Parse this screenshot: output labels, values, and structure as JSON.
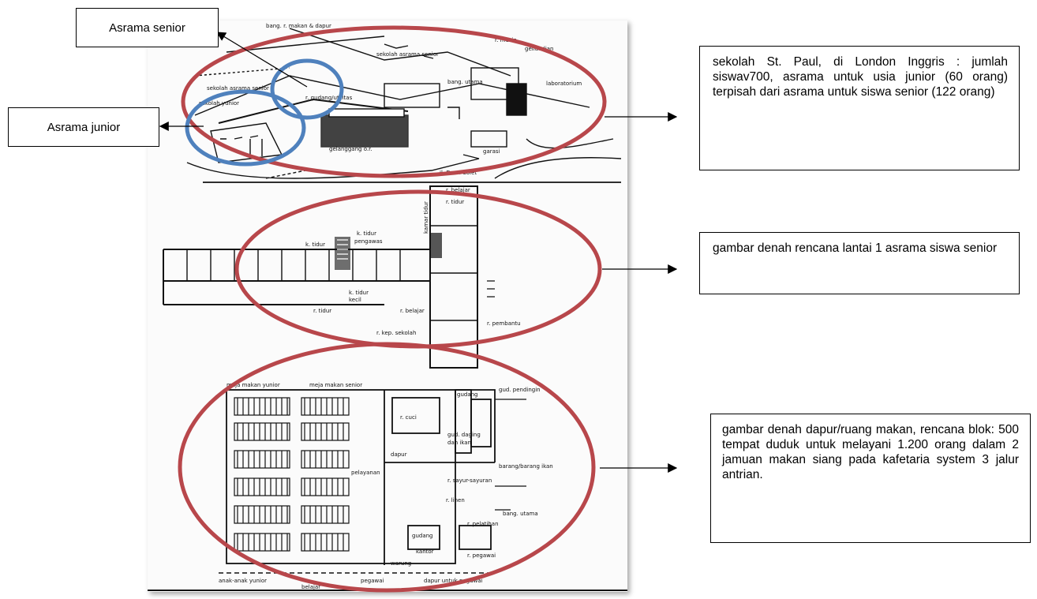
{
  "callouts": {
    "asrama_senior": "Asrama senior",
    "asrama_junior": "Asrama junior"
  },
  "notes": {
    "note1": "sekolah St. Paul, di London Inggris : jumlah siswav700, asrama untuk usia junior (60 orang) terpisah dari asrama untuk siswa senior (122 orang)",
    "note2": "gambar denah rencana lantai 1 asrama siswa senior",
    "note3": "gambar denah dapur/ruang makan, rencana blok: 500 tempat duduk untuk melayani 1.200 orang dalam 2 jamuan makan siang pada kafetaria system 3 jalur antrian."
  },
  "plan_labels": {
    "site": [
      "bang. r. makan & dapur",
      "sekolah asrama senior",
      "r. mesin",
      "gelluedian",
      "sekolah asrama senior",
      "bang. utama",
      "laboratorium",
      "sekolah yunior",
      "gelanggang o.r.",
      "jl. Dean Colet",
      "r. gudang/utilitas",
      "garasi"
    ],
    "floor1": [
      "r. belajar",
      "r. tidur",
      "kamar tidur",
      "k. tidur",
      "k. tidur pengawas",
      "k. tidur kecil",
      "r. tidur",
      "r. belajar",
      "r. kep. sekolah",
      "r. pembantu"
    ],
    "kitchen": [
      "meja makan yunior",
      "meja makan senior",
      "gudang",
      "gud. pendingin",
      "r. cuci",
      "gud. daging dan ikan",
      "dapur",
      "pelayanan",
      "barang/barang ikan",
      "r. sayur-sayuran",
      "r. linen",
      "bang. utama",
      "r. pelatihan",
      "gudang",
      "kantor",
      "r. pegawai",
      "warung",
      "anak-anak yunior",
      "belajar",
      "pegawai",
      "dapur untuk pegawai"
    ]
  },
  "colors": {
    "red_ellipse": "#b8474b",
    "blue_ellipse": "#4f81bd"
  }
}
